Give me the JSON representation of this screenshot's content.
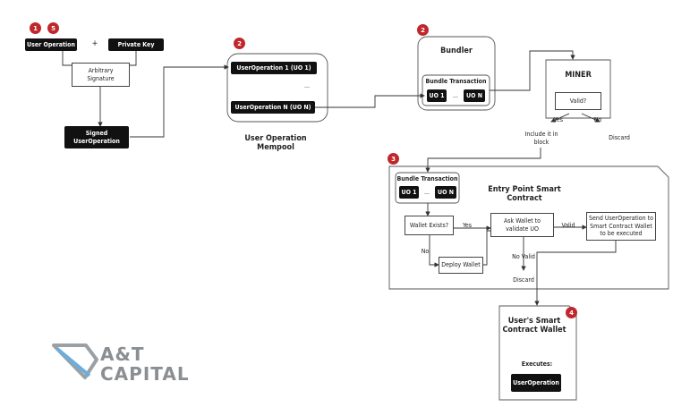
{
  "badges": {
    "user_op_1": "1",
    "user_op_5": "5",
    "mempool": "2",
    "bundler": "2",
    "entry_point": "3",
    "wallet": "4"
  },
  "user_operation": {
    "label": "User Operation",
    "plus": "+",
    "private_key": "Private Key"
  },
  "signature": {
    "label": "Arbitrary\nSignature"
  },
  "signed_op": {
    "label": "Signed\nUserOperation"
  },
  "mempool": {
    "op1": "UserOperation 1 (UO 1)",
    "ellipsis": "...",
    "opN": "UserOperation N (UO N)",
    "title": "User Operation\nMempool"
  },
  "bundler": {
    "title": "Bundler",
    "bundle_title": "Bundle Transaction",
    "uo1": "UO 1",
    "ellipsis": "...",
    "uoN": "UO N"
  },
  "miner": {
    "title": "MINER",
    "valid": "Valid?",
    "yes": "Yes",
    "no": "No",
    "include": "Include it in\nblock",
    "discard": "Discard"
  },
  "entry_point": {
    "title": "Entry Point Smart Contract",
    "bundle_title": "Bundle Transaction",
    "uo1": "UO 1",
    "ellipsis": "...",
    "uoN": "UO N",
    "wallet_exists": "Wallet Exists?",
    "yes": "Yes",
    "no": "No",
    "deploy_wallet": "Deploy Wallet",
    "ask_wallet": "Ask Wallet to\nvalidate UO",
    "valid": "Valid",
    "no_valid": "No Valid",
    "discard": "Discard",
    "send_op": "Send UserOperation to\nSmart Contract Wallet\nto be executed"
  },
  "smart_wallet": {
    "title": "User's Smart\nContract Wallet",
    "executes": "Executes:",
    "op": "UserOperation"
  },
  "logo": {
    "line1": "A&T",
    "line2": "CAPITAL"
  },
  "colors": {
    "badge": "#c0272d",
    "dark_box": "#111111",
    "logo": "#8a8f93"
  }
}
